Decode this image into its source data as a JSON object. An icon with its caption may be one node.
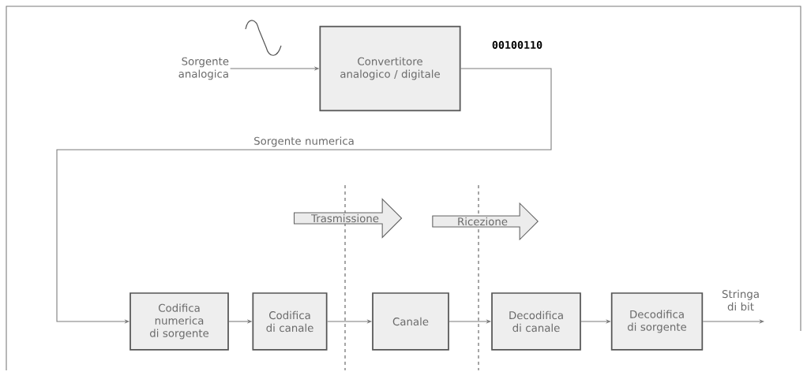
{
  "diagram": {
    "nodes": [
      {
        "text": [
          "Sorgente analogica"
        ]
      },
      {
        "text": [
          "Convertitore analogico / digitale"
        ]
      },
      {
        "text": [
          "Trasmissione"
        ]
      },
      {
        "text": [
          "Ricezione"
        ]
      },
      {
        "text": [
          "Codifica numerica di sorgente"
        ]
      },
      {
        "text": [
          "Codifica di canale"
        ]
      },
      {
        "text": [
          "Canale"
        ]
      },
      {
        "text": [
          "Decodifica di canale"
        ]
      },
      {
        "text": [
          "Decodifica di sorgente"
        ]
      }
    ],
    "edges": [
      {
        "from": 0,
        "to": 1,
        "arrow": "to"
      },
      {
        "from": 1,
        "to": 4,
        "arrow": "to",
        "label": "Sorgente numerica"
      },
      {
        "from": 4,
        "to": 5,
        "arrow": "to"
      },
      {
        "from": 5,
        "to": 6,
        "arrow": "to"
      },
      {
        "from": 6,
        "to": 7,
        "arrow": "to"
      },
      {
        "from": 7,
        "to": 8,
        "arrow": "to"
      },
      {
        "from": 8,
        "to": null,
        "arrow": "to",
        "label": "Stringa di bit"
      }
    ],
    "labels": [
      "00100110"
    ]
  }
}
